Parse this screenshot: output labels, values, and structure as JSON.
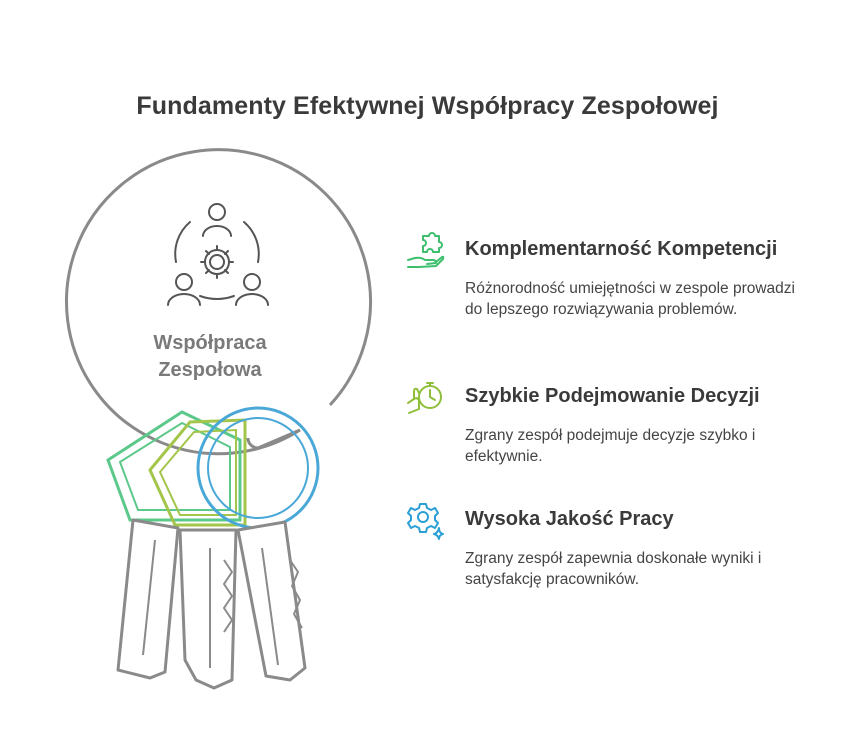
{
  "title": "Fundamenty Efektywnej Współpracy Zespołowej",
  "center": {
    "label_line1": "Współpraca",
    "label_line2": "Zespołowa",
    "icon": "team-gear-icon"
  },
  "colors": {
    "ring": "#8a8a8a",
    "key_green": "#5cc98a",
    "key_lime": "#a3c64a",
    "key_blue": "#4aa8d8",
    "text_dark": "#3a3a3a",
    "text_gray": "#7a7a7a"
  },
  "items": [
    {
      "heading": "Komplementarność Kompetencji",
      "description": "Różnorodność umiejętności w zespole prowadzi do lepszego rozwiązywania problemów.",
      "icon": "puzzle-hand-icon",
      "color": "#3dbf6e"
    },
    {
      "heading": "Szybkie Podejmowanie Decyzji",
      "description": "Zgrany zespół podejmuje decyzje szybko i efektywnie.",
      "icon": "stopwatch-hand-icon",
      "color": "#8fbf3a"
    },
    {
      "heading": "Wysoka Jakość Pracy",
      "description": "Zgrany zespół zapewnia doskonałe wyniki i satysfakcję pracowników.",
      "icon": "gear-sparkle-icon",
      "color": "#2a9fd6"
    }
  ]
}
